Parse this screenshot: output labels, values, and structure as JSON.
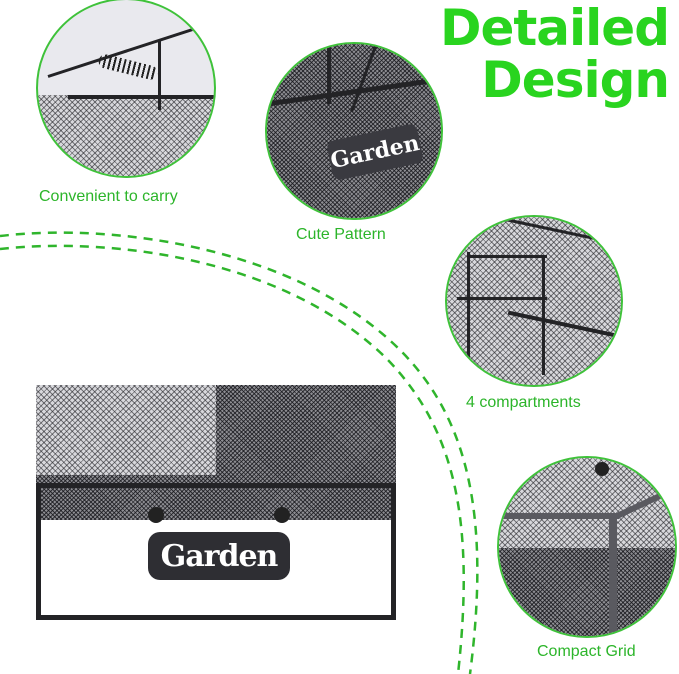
{
  "headline": {
    "line1": "Detailed",
    "line2": "Design",
    "color": "#29d41f"
  },
  "features": [
    {
      "id": "carry",
      "caption": "Convenient to carry"
    },
    {
      "id": "pattern",
      "caption": "Cute Pattern",
      "plate_text": "Garden"
    },
    {
      "id": "compartments",
      "caption": "4 compartments"
    },
    {
      "id": "grid",
      "caption": "Compact Grid"
    }
  ],
  "product": {
    "name_plate": "Garden"
  },
  "colors": {
    "accent_green": "#3fc23a",
    "caption_green": "#2cb52a",
    "metal": "#232326"
  }
}
